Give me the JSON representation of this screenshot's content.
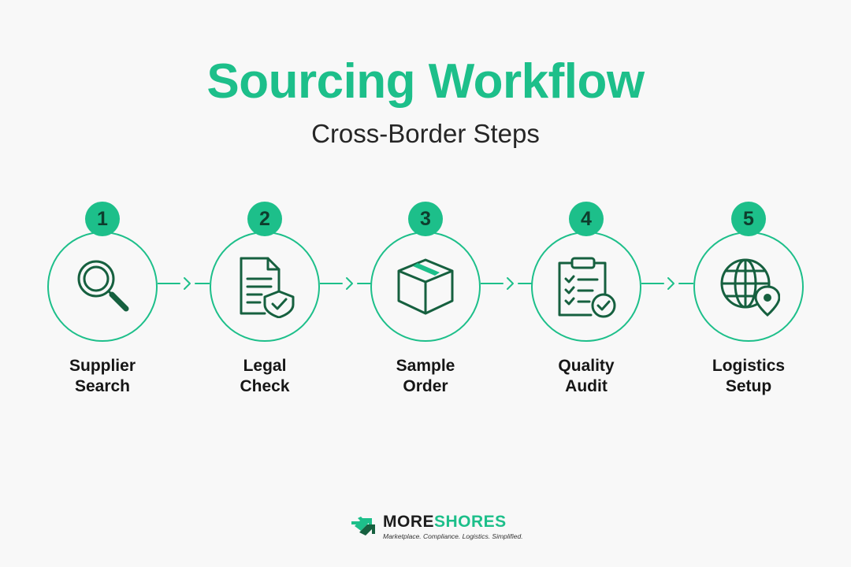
{
  "title": "Sourcing Workflow",
  "subtitle": "Cross-Border Steps",
  "steps": [
    {
      "number": "1",
      "line1": "Supplier",
      "line2": "Search",
      "icon": "magnifier-icon"
    },
    {
      "number": "2",
      "line1": "Legal",
      "line2": "Check",
      "icon": "document-shield-icon"
    },
    {
      "number": "3",
      "line1": "Sample",
      "line2": "Order",
      "icon": "box-icon"
    },
    {
      "number": "4",
      "line1": "Quality",
      "line2": "Audit",
      "icon": "clipboard-check-icon"
    },
    {
      "number": "5",
      "line1": "Logistics",
      "line2": "Setup",
      "icon": "globe-pin-icon"
    }
  ],
  "brand": {
    "name_part1": "MORE",
    "name_part2": "SHORES",
    "tagline": "Marketplace. Compliance. Logistics. Simplified."
  },
  "colors": {
    "accent": "#1dbf8a",
    "icon_stroke": "#16603f",
    "text": "#161616",
    "background": "#f8f8f8"
  }
}
